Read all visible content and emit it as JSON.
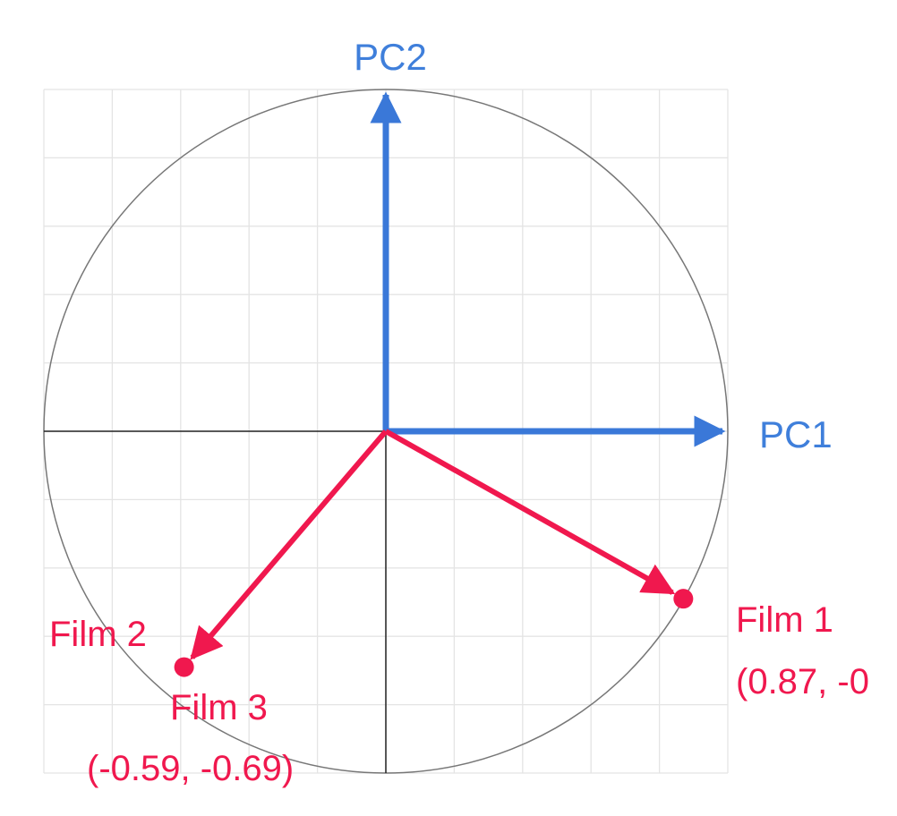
{
  "colors": {
    "background": "#ffffff",
    "grid": "#e4e4e4",
    "circle": "#777777",
    "axis_line": "#222222",
    "pc_vector": "#3a78d8",
    "pc_label": "#3f7fdb",
    "film_vector": "#f0184e"
  },
  "axes": {
    "pc1_label": "PC1",
    "pc2_label": "PC2"
  },
  "chart_data": {
    "type": "vector-diagram",
    "unit_circle": true,
    "grid": true,
    "range": [
      -1,
      1
    ],
    "basis_vectors": [
      {
        "name": "PC1",
        "x": 1,
        "y": 0
      },
      {
        "name": "PC2",
        "x": 0,
        "y": 1
      }
    ],
    "vectors": [
      {
        "label": "Film 1",
        "coord_label": "(0.87, -0",
        "x": 0.87,
        "y": -0.49
      },
      {
        "label": "Film 2",
        "coord_label": "",
        "x": -0.59,
        "y": -0.69
      },
      {
        "label": "Film 3",
        "coord_label": "(-0.59, -0.69)",
        "x": -0.59,
        "y": -0.69
      }
    ]
  }
}
